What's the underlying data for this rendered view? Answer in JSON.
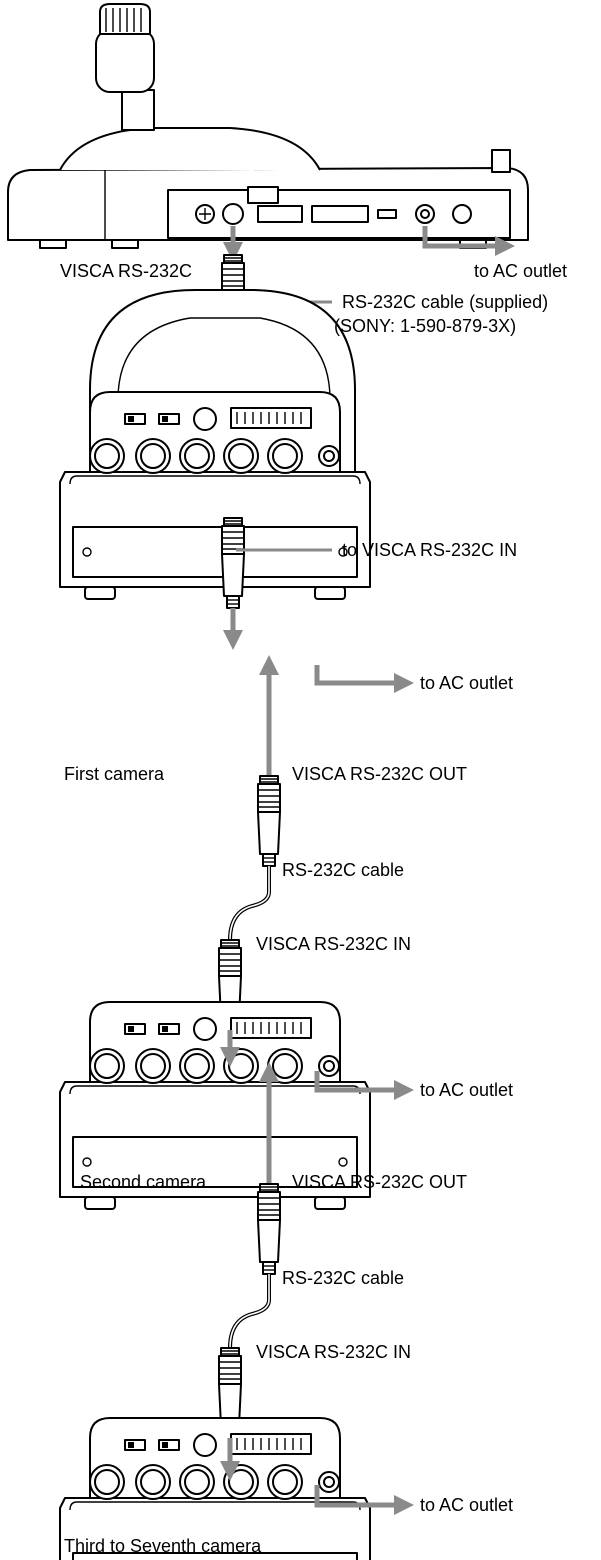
{
  "labels": {
    "controller_port": "VISCA RS-232C",
    "controller_ac": "to AC outlet",
    "supplied_cable": "RS-232C cable (supplied)",
    "supplied_cable_part": "(SONY: 1-590-879-3X)",
    "cam1_in": "to VISCA RS-232C IN",
    "cam1_ac": "to AC outlet",
    "cam1_name": "First camera",
    "cam1_out": "VISCA RS-232C OUT",
    "cable2": "RS-232C cable",
    "cam2_in": "VISCA RS-232C IN",
    "cam2_ac": "to AC outlet",
    "cam2_name": "Second camera",
    "cam2_out": "VISCA RS-232C OUT",
    "cable3": "RS-232C cable",
    "cam3_in": "VISCA RS-232C IN",
    "cam3_ac": "to AC outlet",
    "cam3_name": "Third to Seventh camera"
  },
  "colors": {
    "line": "#000000",
    "connection": "#8a8a8a",
    "background": "#ffffff"
  }
}
